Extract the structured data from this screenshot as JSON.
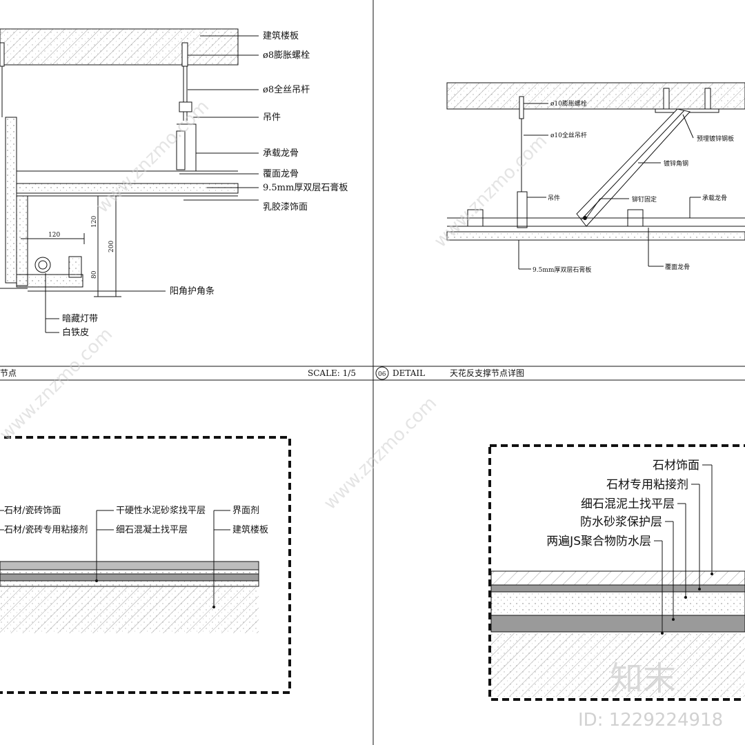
{
  "panel_tl": {
    "labels": [
      "建筑楼板",
      "ø8膨胀螺栓",
      "ø8全丝吊杆",
      "吊件",
      "承载龙骨",
      "覆面龙骨",
      "9.5mm厚双层石膏板",
      "乳胶漆饰面",
      "阳角护角条",
      "暗藏灯带",
      "白铁皮"
    ],
    "dims": [
      "120",
      "120",
      "200",
      "80"
    ],
    "title_fragment": "节点",
    "scale": "SCALE: 1/5"
  },
  "panel_tr": {
    "labels": [
      "ø10膨胀螺栓",
      "ø10全丝吊杆",
      "预埋镀锌钢板",
      "镀锌角钢",
      "吊件",
      "铆钉固定",
      "承载龙骨",
      "9.5mm厚双层石膏板",
      "覆面龙骨"
    ],
    "number": "06",
    "detail": "DETAIL",
    "title": "天花反支撑节点详图"
  },
  "panel_bl": {
    "labels": [
      "石材/瓷砖饰面",
      "石材/瓷砖专用粘接剂",
      "干硬性水泥砂浆找平层",
      "细石混凝土找平层",
      "界面剂",
      "建筑楼板"
    ]
  },
  "panel_br": {
    "labels": [
      "石材饰面",
      "石材专用粘接剂",
      "细石混泥土找平层",
      "防水砂浆保护层",
      "两遍JS聚合物防水层"
    ]
  },
  "watermark": {
    "site": "www.znzmo.com",
    "brand": "知末",
    "id": "ID: 1229224918"
  }
}
